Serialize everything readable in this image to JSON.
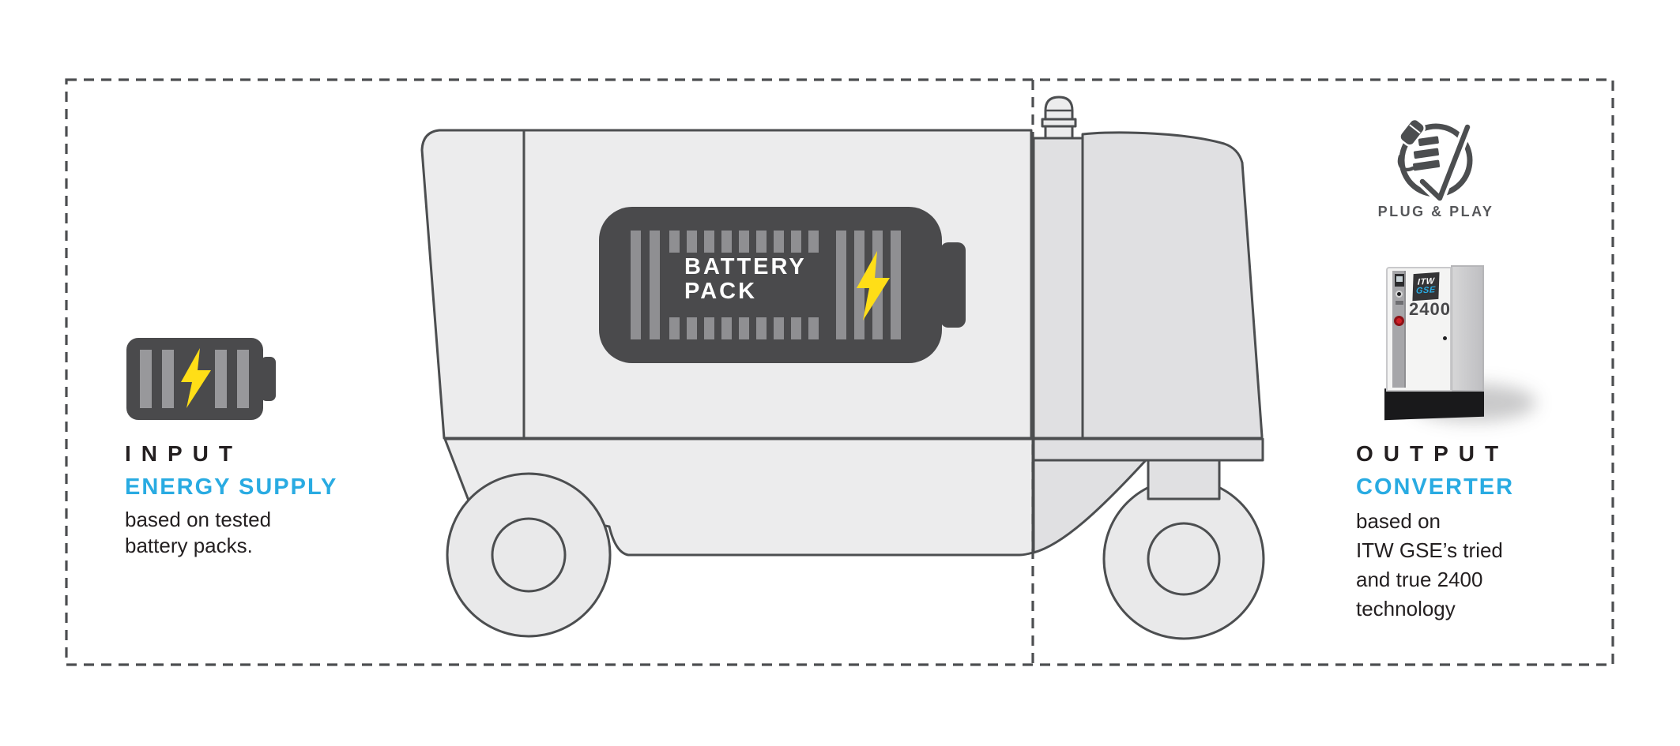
{
  "diagram": {
    "input": {
      "title": "INPUT",
      "subtitle": "ENERGY SUPPLY",
      "body": "based on tested\nbattery packs."
    },
    "output": {
      "title": "OUTPUT",
      "subtitle": "CONVERTER",
      "body": "based on\nITW GSE’s tried\nand true 2400\ntechnology"
    },
    "battery_pack_label": "BATTERY\nPACK",
    "plug_and_play_label": "PLUG & PLAY",
    "unit_2400": {
      "brand_itw": "ITW",
      "brand_gse": "GSE",
      "model": "2400"
    }
  },
  "icons": {
    "left": "battery-icon",
    "center": "battery-pack-icon",
    "vehicle_top": "beacon-light-icon",
    "right_top": "plug-and-play-check-icon",
    "right_unit": "gpu-2400-cabinet"
  },
  "colors": {
    "accent_cyan": "#29abe2",
    "bolt_yellow": "#ffde17",
    "battery_dark": "#4a4a4c",
    "outline_gray": "#4c4e50",
    "body_light": "#ececed",
    "cab_gray": "#e0e0e2",
    "label_gray": "#56575a"
  }
}
